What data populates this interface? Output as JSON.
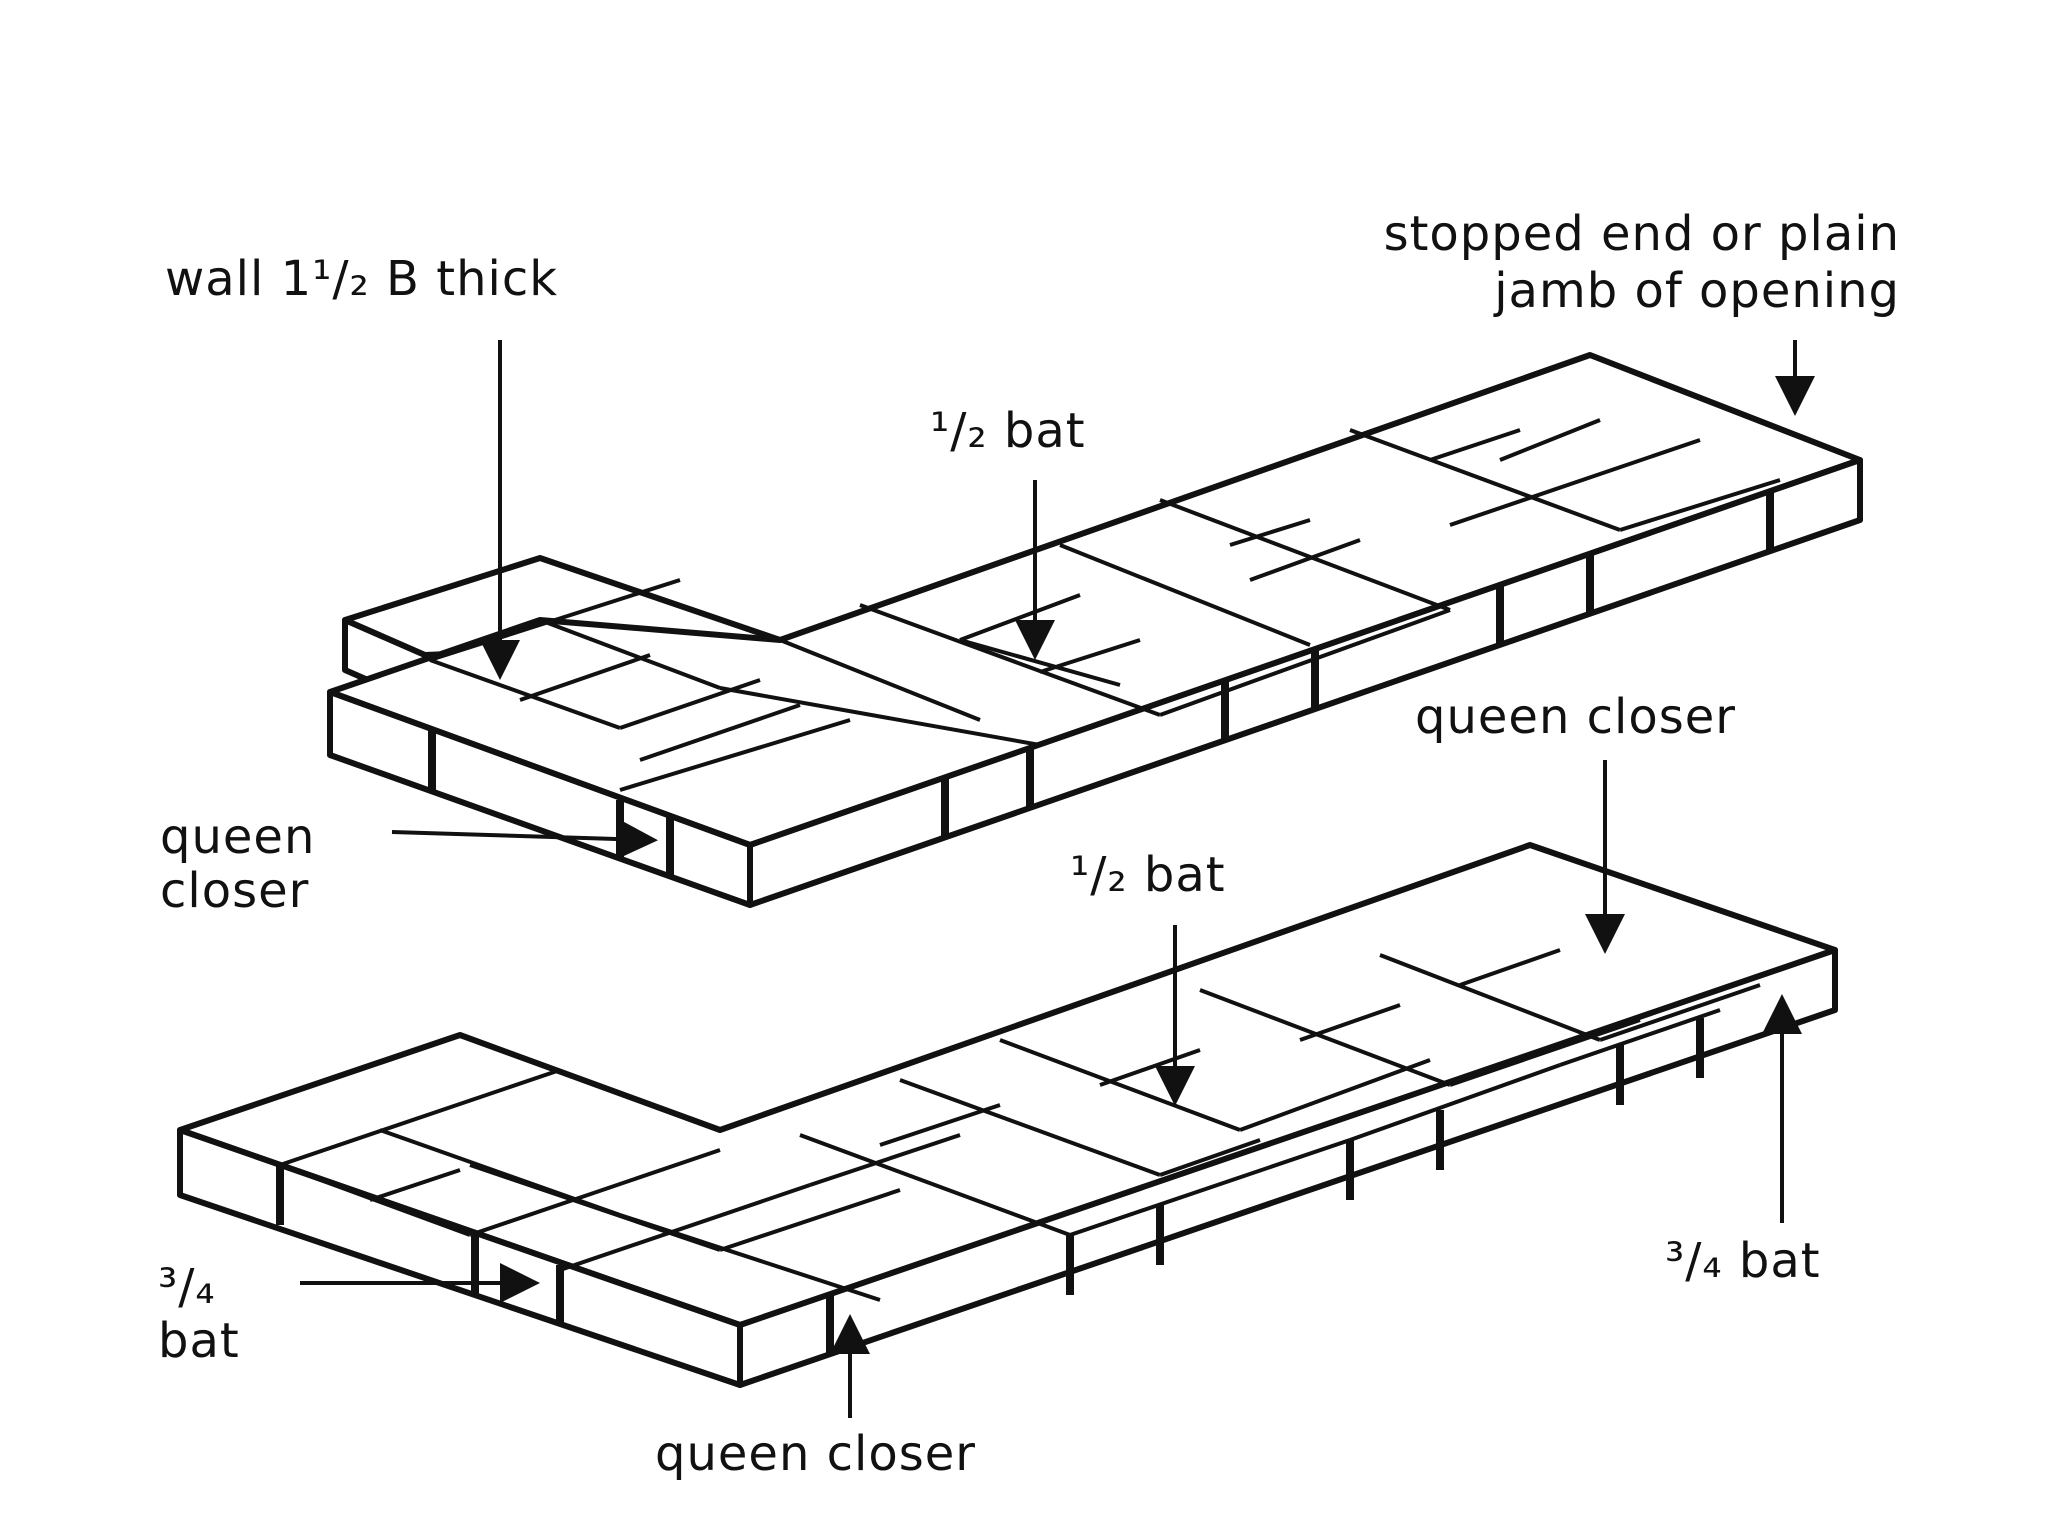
{
  "diagram": {
    "labels": {
      "wall_thickness": "wall 1¹/₂ B thick",
      "stopped_end_line1": "stopped end or plain",
      "stopped_end_line2": "jamb of opening",
      "upper_half_bat": "¹/₂ bat",
      "upper_queen_closer_left_line1": "queen",
      "upper_queen_closer_left_line2": "closer",
      "upper_queen_closer_right": "queen closer",
      "lower_half_bat": "¹/₂ bat",
      "lower_three_quarter_bat_left_line1": "³/₄",
      "lower_three_quarter_bat_left_line2": "bat",
      "lower_three_quarter_bat_right": "³/₄ bat",
      "lower_queen_closer_bottom": "queen closer"
    }
  }
}
